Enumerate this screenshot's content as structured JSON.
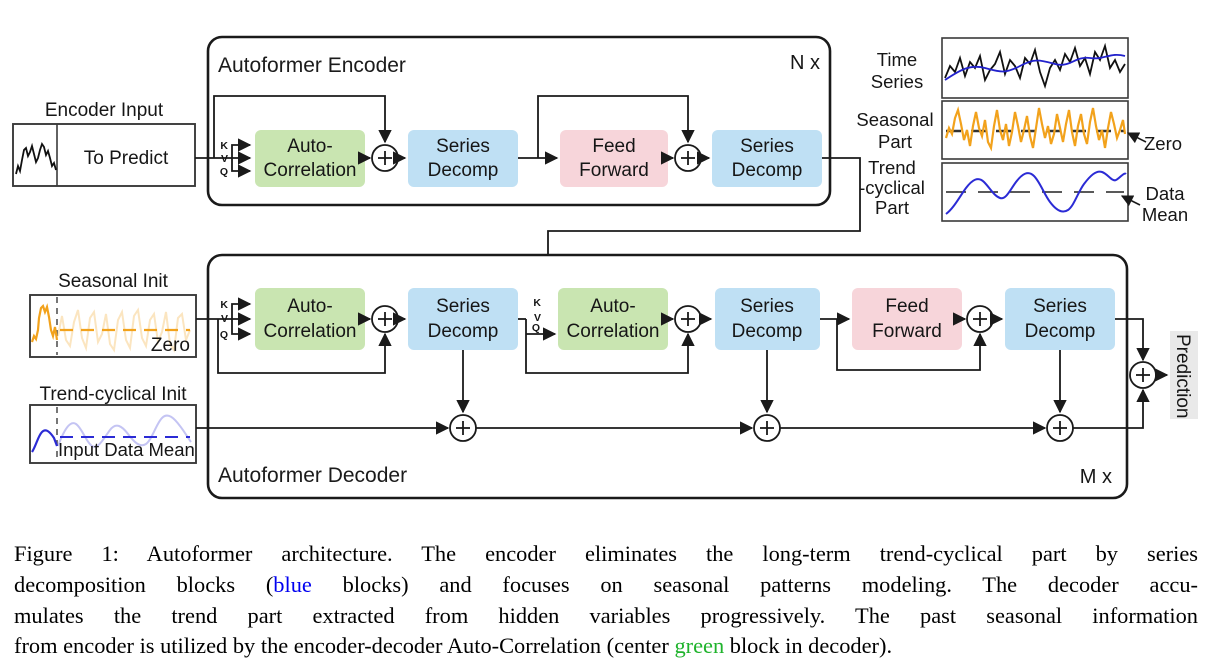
{
  "figure": {
    "type": "architecture-diagram",
    "name": "Autoformer architecture"
  },
  "colors": {
    "block_green": "#c9e5b1",
    "block_blue": "#bfe0f4",
    "block_pink": "#f7d5da",
    "prediction_bg": "#e9e9e9",
    "seasonal_orange": "#f2a21c",
    "trend_blue": "#2b2bd5",
    "ts_line_blue": "#2222cc",
    "caption_blue": "#0000f0",
    "caption_green": "#1fb32c",
    "line_black": "#1a1a1a"
  },
  "labels": {
    "auto_correlation": [
      "Auto-",
      "Correlation"
    ],
    "series_decomp": [
      "Series",
      "Decomp"
    ],
    "feed_forward": [
      "Feed",
      "Forward"
    ],
    "k": "K",
    "v": "V",
    "q": "Q"
  },
  "encoder": {
    "title": "Autoformer Encoder",
    "repeat": "N x",
    "input_label": "Encoder Input",
    "input_text": "To Predict"
  },
  "decoder": {
    "title": "Autoformer Decoder",
    "repeat": "M x",
    "seasonal_init_label": "Seasonal Init",
    "seasonal_zero": "Zero",
    "trend_init_label": "Trend-cyclical Init",
    "trend_mean": "Input Data Mean",
    "prediction": "Prediction"
  },
  "legend": {
    "time_series": [
      "Time",
      "Series"
    ],
    "seasonal_part": [
      "Seasonal",
      "Part"
    ],
    "trend_part": [
      "Trend",
      "-cyclical",
      "Part"
    ],
    "zero": "Zero",
    "data_mean": [
      "Data",
      "Mean"
    ]
  },
  "caption": {
    "line1": "Figure 1: Autoformer architecture. The encoder eliminates the long-term trend-cyclical part by series",
    "line2_pre": "decomposition blocks (",
    "line2_blue": "blue",
    "line2_post": " blocks) and focuses on seasonal patterns modeling. The decoder accu-",
    "line3": "mulates the trend part extracted from hidden variables progressively. The past seasonal information",
    "line4_pre": "from encoder is utilized by the encoder-decoder Auto-Correlation (center ",
    "line4_green": "green",
    "line4_post": " block in decoder)."
  }
}
